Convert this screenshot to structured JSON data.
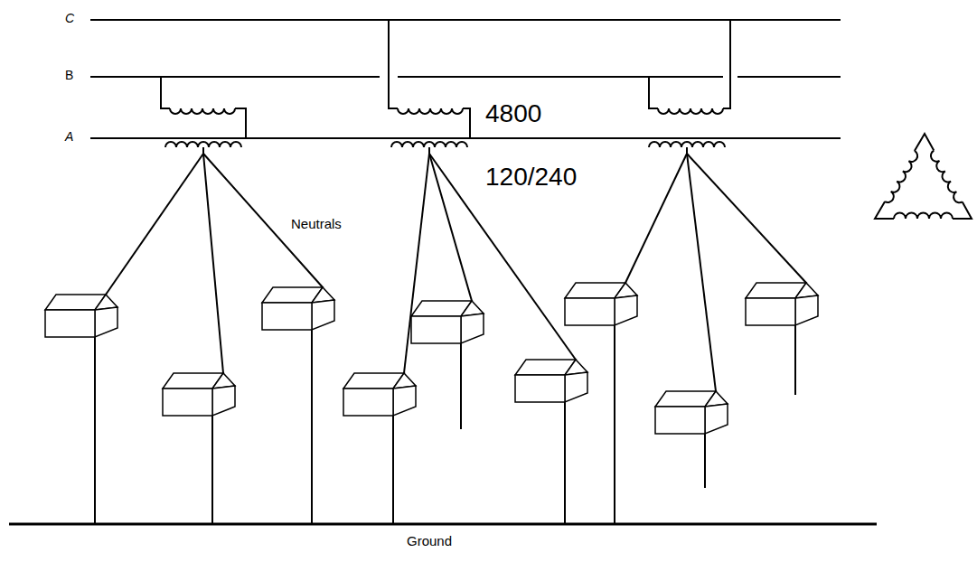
{
  "diagram": {
    "labels": [
      "C",
      "B",
      "A",
      "4800",
      "120/240",
      "Neutrals",
      "Ground"
    ]
  }
}
